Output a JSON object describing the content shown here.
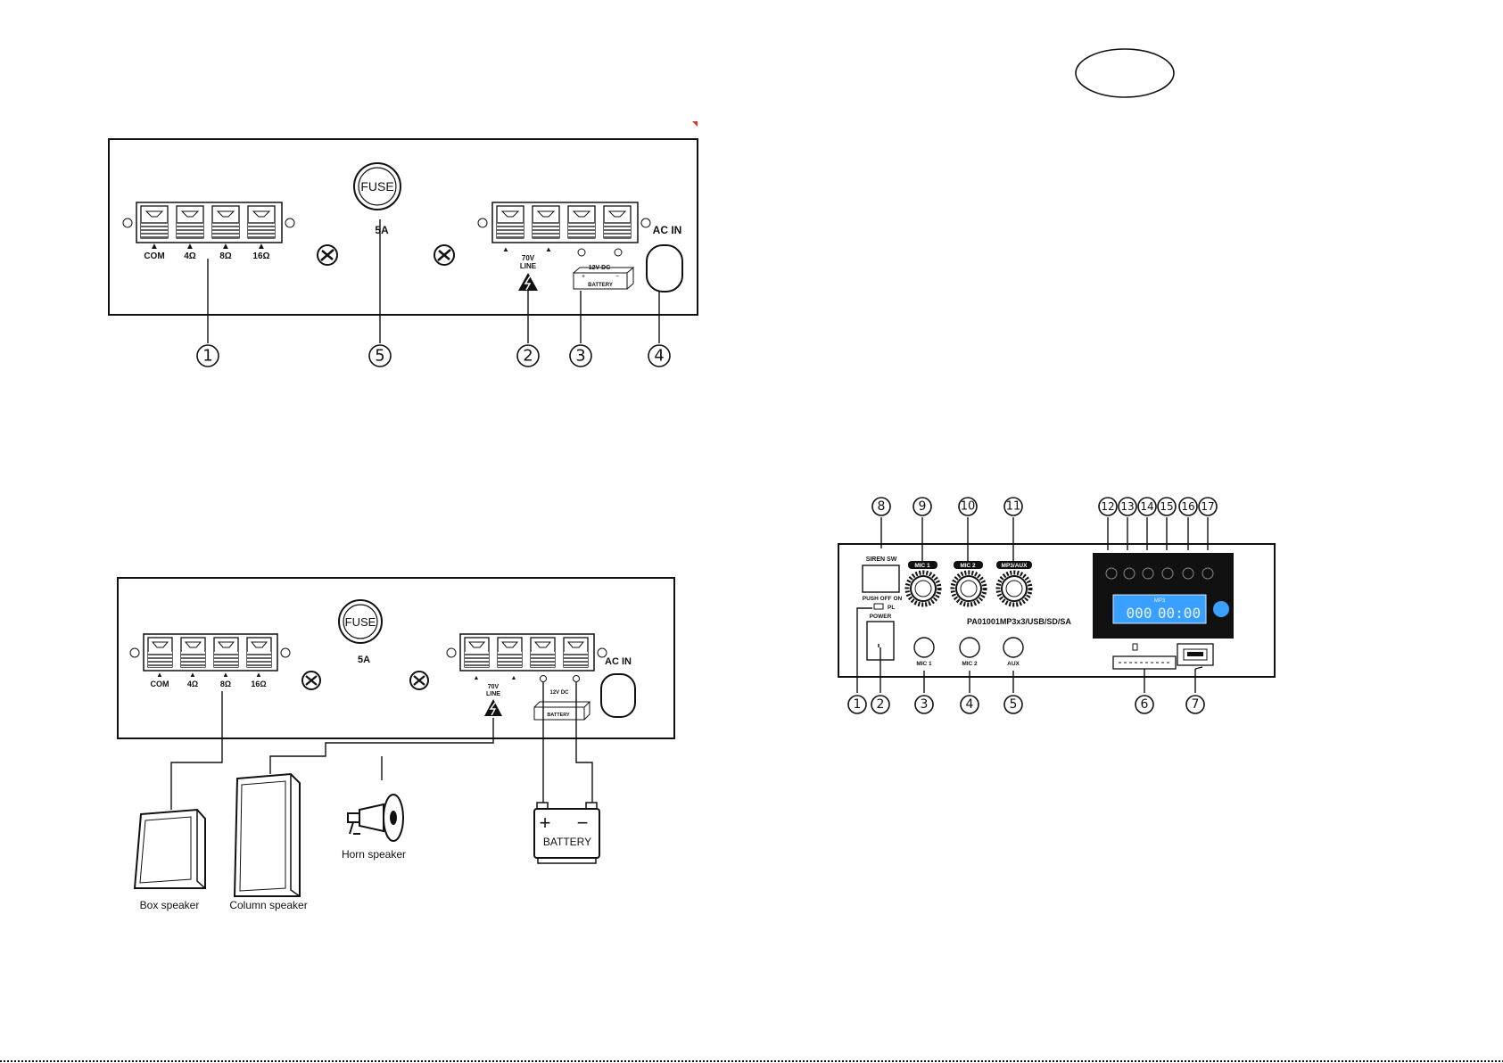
{
  "panel_a": {
    "fuse": "FUSE",
    "fuse_rating": "5A",
    "terminals": [
      "COM",
      "4Ω",
      "8Ω",
      "16Ω"
    ],
    "line_label_1": "70V",
    "line_label_2": "LINE",
    "dc_label": "12V DC",
    "battery_label": "BATTERY",
    "battery_plus": "+",
    "battery_minus": "−",
    "ac_in": "AC IN",
    "callouts": [
      "1",
      "5",
      "2",
      "3",
      "4"
    ]
  },
  "panel_b": {
    "fuse": "FUSE",
    "fuse_rating": "5A",
    "terminals": [
      "COM",
      "4Ω",
      "8Ω",
      "16Ω"
    ],
    "line_label_1": "70V",
    "line_label_2": "LINE",
    "dc_label": "12V DC",
    "battery_small_label": "BATTERY",
    "ac_in": "AC IN",
    "box_speaker": "Box speaker",
    "column_speaker": "Column speaker",
    "horn_speaker": "Horn speaker",
    "battery": "BATTERY",
    "battery_plus": "+",
    "battery_minus": "−"
  },
  "panel_c": {
    "siren_sw": "SIREN SW",
    "push": "PUSH OFF ON",
    "pl": "PL",
    "power": "POWER",
    "knobs": [
      "MIC 1",
      "MIC 2",
      "MP3/AUX"
    ],
    "jacks": [
      "MIC 1",
      "MIC 2",
      "AUX"
    ],
    "model": "PA01001MP3x3/USB/SD/SA",
    "display_mode": "MP3",
    "display_track": "000",
    "display_time": "00:00",
    "callouts_top": [
      "8",
      "9",
      "10",
      "11",
      "12",
      "13",
      "14",
      "15",
      "16",
      "17"
    ],
    "callouts_bottom": [
      "1",
      "2",
      "3",
      "4",
      "5",
      "6",
      "7"
    ]
  },
  "colors": {
    "display_bg": "#111111",
    "lcd": "#3aa0ff",
    "ink": "#111111",
    "accent_red": "#e03030"
  }
}
